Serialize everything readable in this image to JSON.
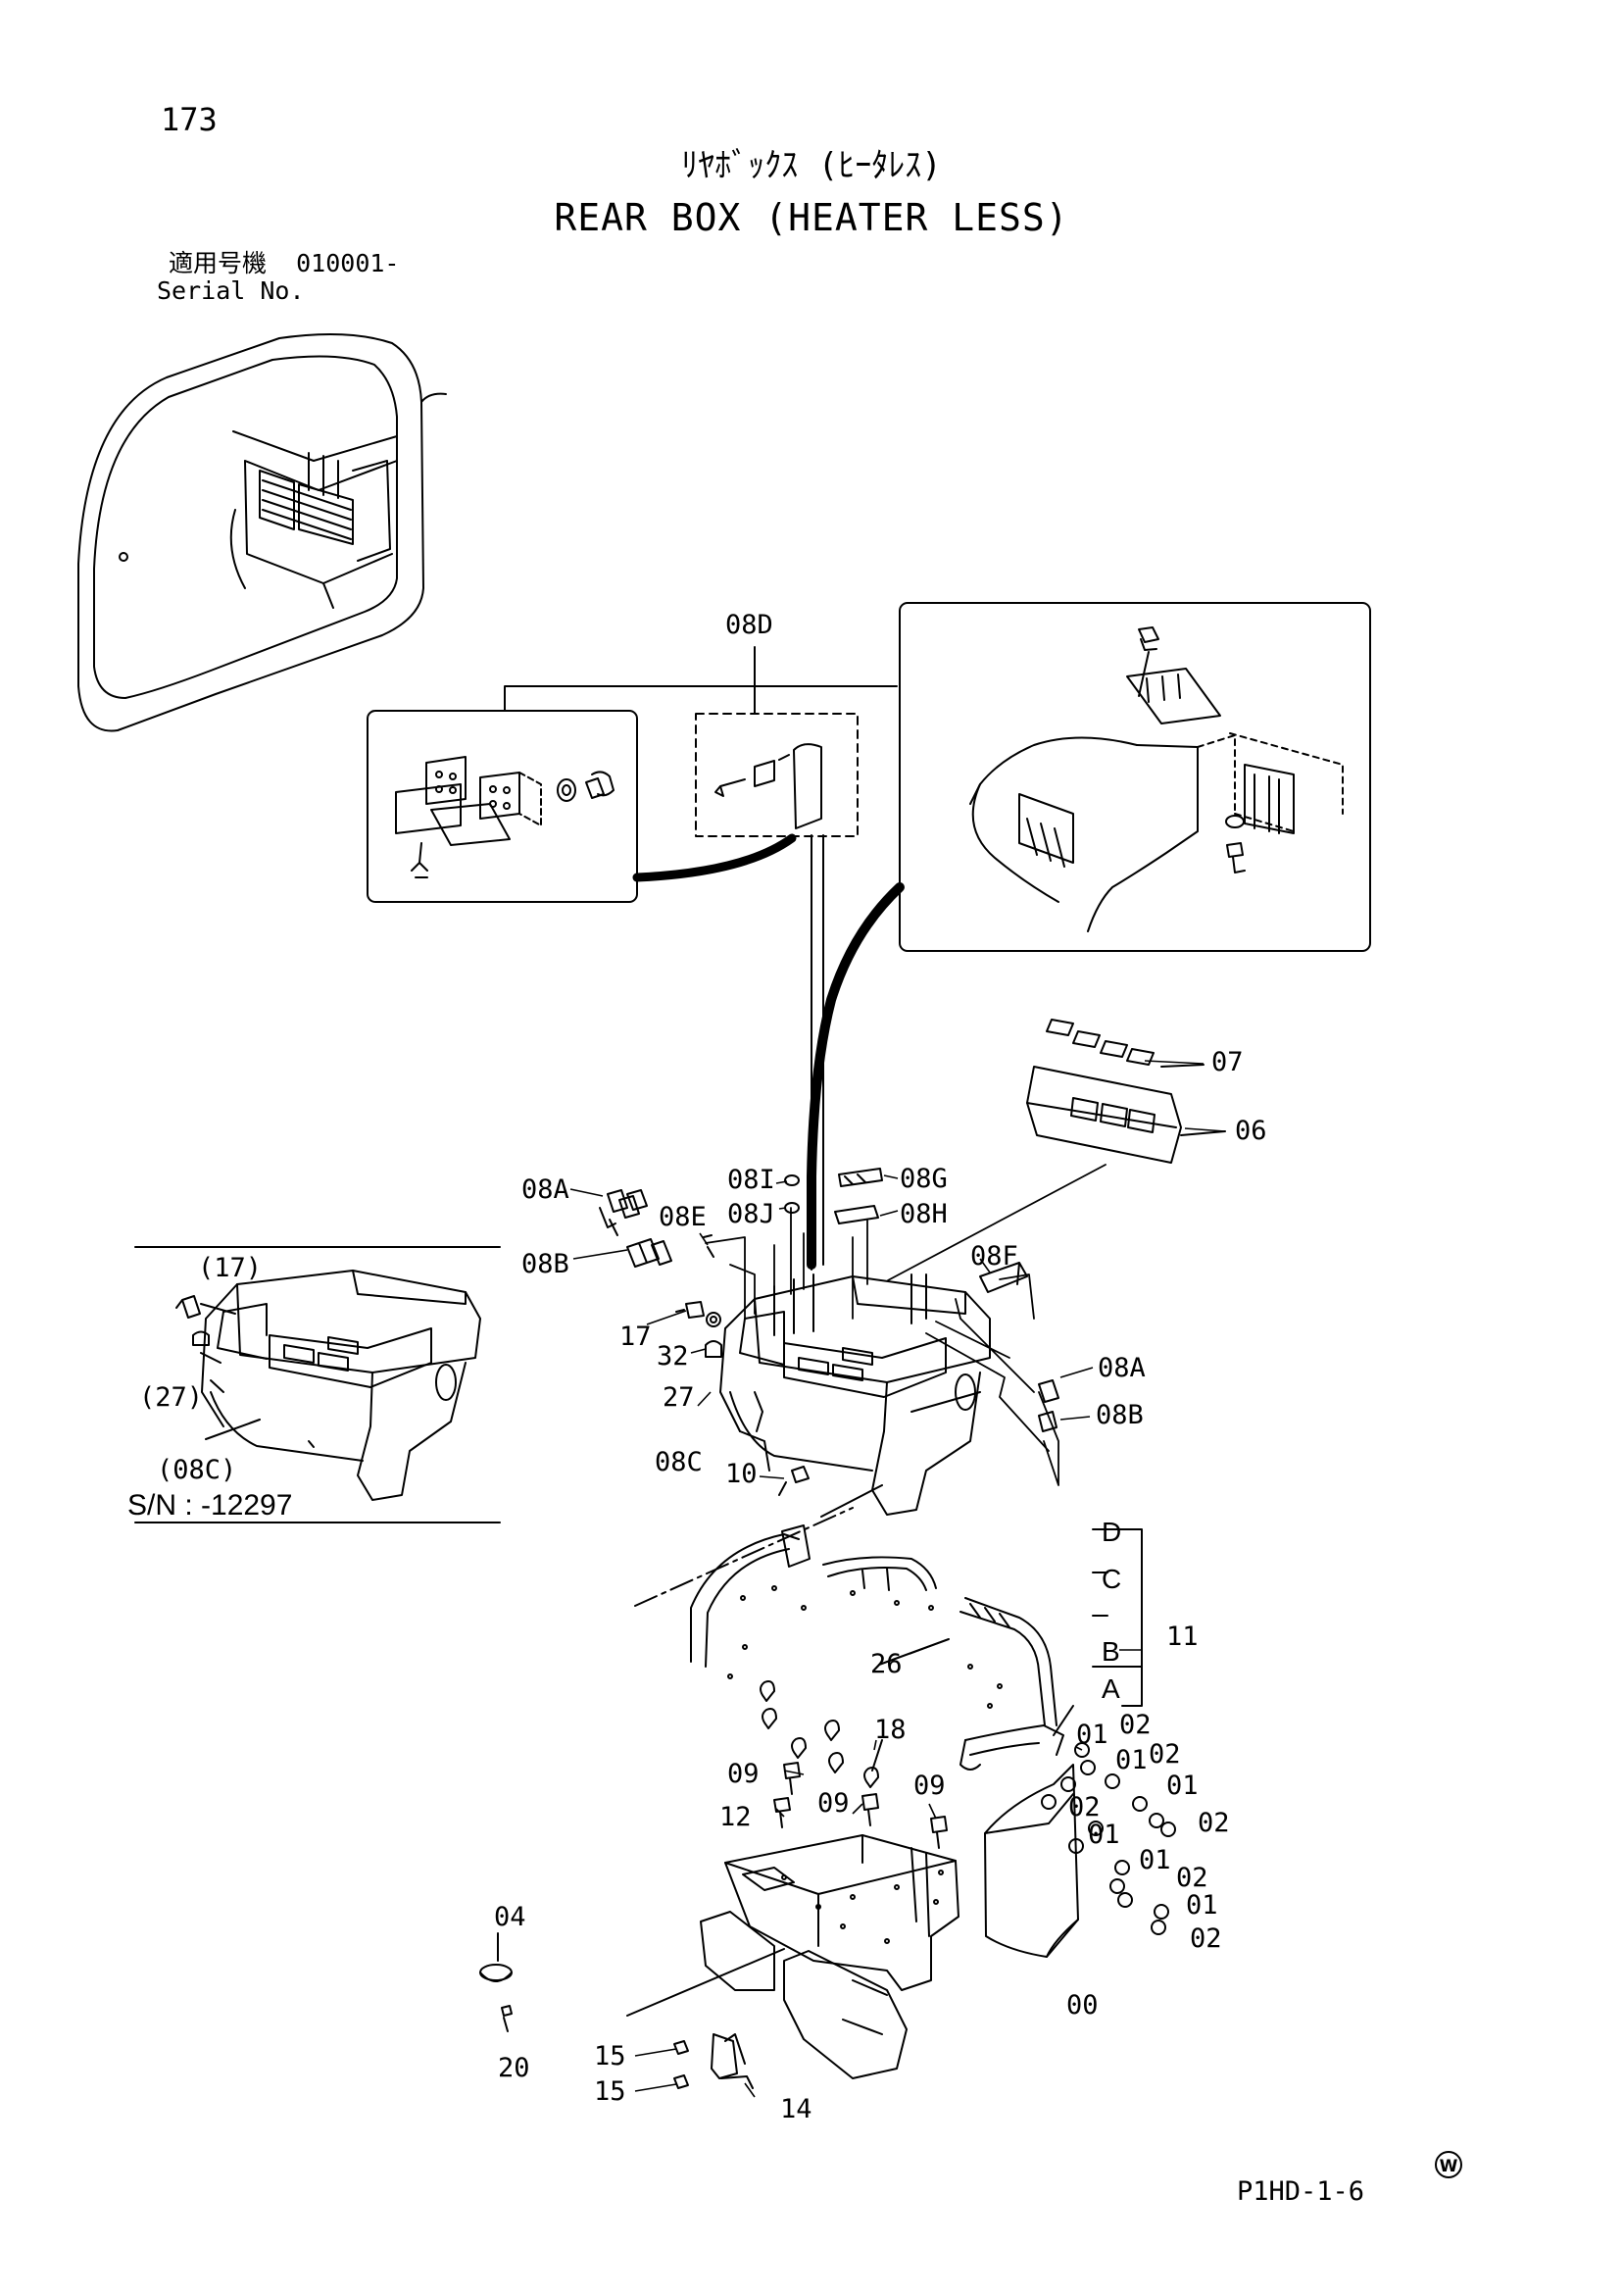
{
  "header": {
    "page_number": "173",
    "title_jp": "ﾘﾔﾎﾞｯｸｽ (ﾋｰﾀﾚｽ)",
    "title_en": "REAR BOX (HEATER LESS)",
    "serial_label_jp": "適用号機",
    "serial_range": "010001-",
    "serial_label_en": "Serial No."
  },
  "callouts": {
    "c08D": "08D",
    "c07": "07",
    "c06": "06",
    "c08A": "08A",
    "c08I": "08I",
    "c08G": "08G",
    "c08E": "08E",
    "c08J": "08J",
    "c08H": "08H",
    "c08B": "08B",
    "c08F": "08F",
    "c17": "17",
    "c32": "32",
    "c27": "27",
    "c08A_r": "08A",
    "c08B_r": "08B",
    "c08C": "08C",
    "c10": "10",
    "cD": "D",
    "cC": "C",
    "cB": "B",
    "cA": "A",
    "c11": "11",
    "c26": "26",
    "c18": "18",
    "c09a": "09",
    "c12": "12",
    "c09b": "09",
    "c09c": "09",
    "c01a": "01",
    "c02a": "02",
    "c01b": "01",
    "c02b": "02",
    "c02c": "02",
    "c01c": "01",
    "c01d": "01",
    "c02d": "02",
    "c01e": "01",
    "c02e": "02",
    "c01f": "01",
    "c02f": "02",
    "c00": "00",
    "c04": "04",
    "c20": "20",
    "c15a": "15",
    "c15b": "15",
    "c14": "14"
  },
  "inset": {
    "label17": "(17)",
    "label27": "(27)",
    "label08C": "(08C)",
    "serial_note": "S/N : -12297"
  },
  "footer": {
    "page_code": "P1HD-1-6",
    "mark": "W"
  }
}
